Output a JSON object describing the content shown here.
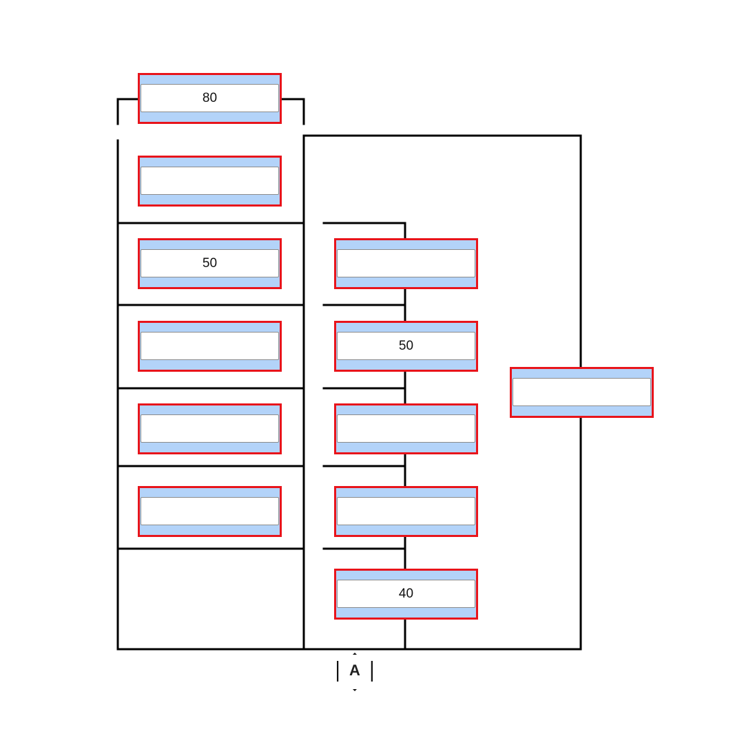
{
  "boxes": [
    {
      "id": "b1",
      "value": "80"
    },
    {
      "id": "b2",
      "value": ""
    },
    {
      "id": "b3",
      "value": "50"
    },
    {
      "id": "b4",
      "value": ""
    },
    {
      "id": "b5",
      "value": ""
    },
    {
      "id": "b6",
      "value": ""
    },
    {
      "id": "b7",
      "value": ""
    },
    {
      "id": "b8",
      "value": "50"
    },
    {
      "id": "b9",
      "value": ""
    },
    {
      "id": "b10",
      "value": ""
    },
    {
      "id": "b11",
      "value": "40"
    },
    {
      "id": "b12",
      "value": ""
    }
  ],
  "marker": {
    "label": "A"
  },
  "colors": {
    "wire": "#000000",
    "box_border": "#e8141b",
    "box_fill": "#b3d3f9"
  }
}
